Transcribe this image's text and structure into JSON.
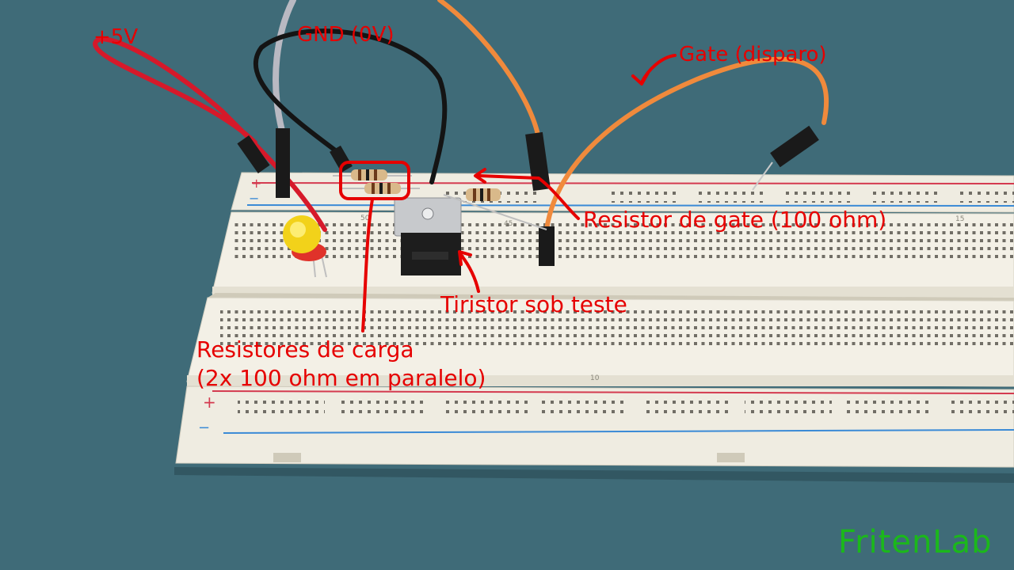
{
  "annotations": {
    "plus_5v": "+5V",
    "gnd": "GND (0V)",
    "gate_trigger": "Gate (disparo)",
    "gate_resistor": "Resistor de gate (100 ohm)",
    "thyristor": "Tiristor sob teste",
    "load_resistors_line1": "Resistores de carga",
    "load_resistors_line2": "(2x 100 ohm em paralelo)"
  },
  "watermark": "FritenLab",
  "colors": {
    "table": "#3f6b78",
    "breadboard": "#f0ede2",
    "annotation": "#e60000",
    "watermark": "#1bb81b",
    "rail_red": "#d43a4f",
    "rail_blue": "#3a8ad6",
    "wire_red": "#d6192a",
    "wire_black": "#141414",
    "wire_orange": "#f08a3c",
    "wire_gray": "#b9b9c2",
    "led": "#f2d21a"
  },
  "breadboard": {
    "rail_plus": "+",
    "rail_minus": "−",
    "row_numbers": [
      "50",
      "45",
      "15",
      "10"
    ]
  }
}
